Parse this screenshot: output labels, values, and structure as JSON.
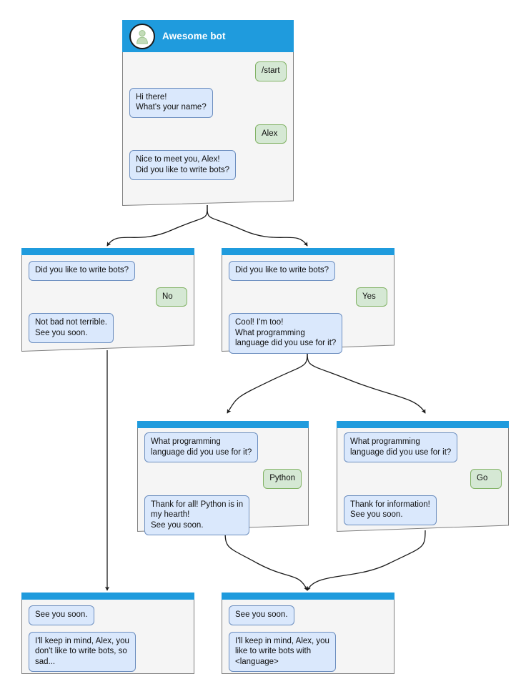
{
  "diagram": {
    "type": "bot-conversation-flowchart",
    "colors": {
      "header_blue": "#1f9bdd",
      "card_background": "#f5f5f5",
      "card_border": "#808080",
      "bot_bubble_fill": "#dae8fc",
      "bot_bubble_stroke": "#6c8ebf",
      "user_bubble_fill": "#d5e8d4",
      "user_bubble_stroke": "#82b366",
      "connector": "#1a1a1a",
      "avatar_person": "#c3dcb9",
      "page_background": "#ffffff"
    }
  },
  "cards": [
    {
      "id": "root",
      "title": "Awesome bot",
      "avatar_icon": "person-avatar-icon",
      "messages": [
        {
          "from": "user",
          "text": "/start"
        },
        {
          "from": "bot",
          "text": "Hi there!\nWhat's your name?"
        },
        {
          "from": "user",
          "text": "Alex"
        },
        {
          "from": "bot",
          "text": "Nice to meet you, Alex!\nDid you like to write bots?"
        }
      ]
    },
    {
      "id": "branch-no",
      "messages": [
        {
          "from": "bot",
          "text": "Did you like to write bots?"
        },
        {
          "from": "user",
          "text": "No"
        },
        {
          "from": "bot",
          "text": "Not bad not terrible.\nSee you soon."
        }
      ]
    },
    {
      "id": "branch-yes",
      "messages": [
        {
          "from": "bot",
          "text": "Did you like to write bots?"
        },
        {
          "from": "user",
          "text": "Yes"
        },
        {
          "from": "bot",
          "text": "Cool! I'm too!\nWhat programming\nlanguage did you use for it?"
        }
      ]
    },
    {
      "id": "branch-python",
      "messages": [
        {
          "from": "bot",
          "text": "What programming\nlanguage did you use for it?"
        },
        {
          "from": "user",
          "text": "Python"
        },
        {
          "from": "bot",
          "text": "Thank for all! Python is in\nmy hearth!\nSee you soon."
        }
      ]
    },
    {
      "id": "branch-go",
      "messages": [
        {
          "from": "bot",
          "text": "What programming\nlanguage did you use for it?"
        },
        {
          "from": "user",
          "text": "Go"
        },
        {
          "from": "bot",
          "text": "Thank for information!\nSee you soon."
        }
      ]
    },
    {
      "id": "end-sad",
      "messages": [
        {
          "from": "bot",
          "text": "See you soon."
        },
        {
          "from": "bot",
          "text": "I'll keep in mind, Alex, you\ndon't like to write bots, so\nsad..."
        }
      ]
    },
    {
      "id": "end-happy",
      "messages": [
        {
          "from": "bot",
          "text": "See you soon."
        },
        {
          "from": "bot",
          "text": "I'll keep in mind, Alex, you\nlike to write bots with\n<language>"
        }
      ]
    }
  ]
}
